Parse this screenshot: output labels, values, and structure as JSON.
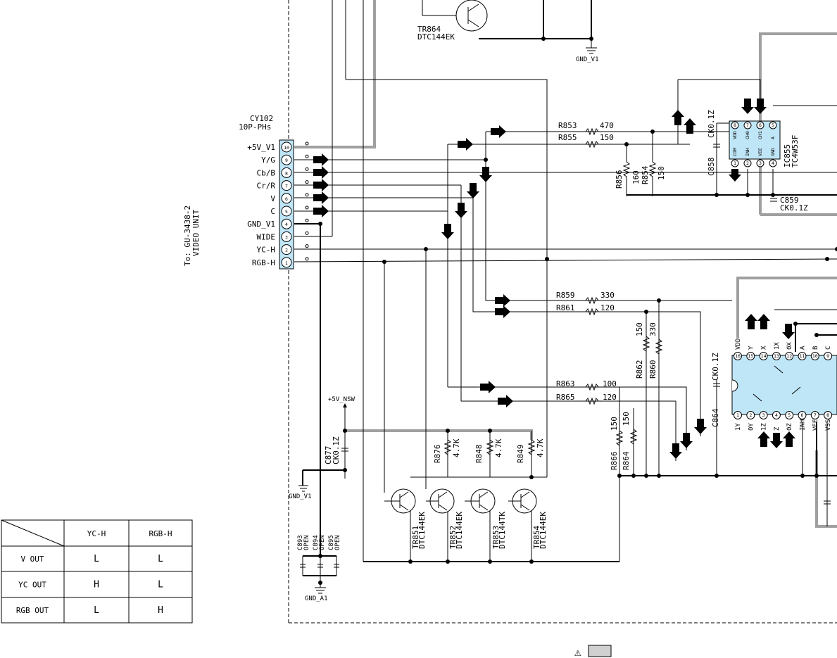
{
  "connector": {
    "name": "CY102",
    "type": "10P-PHs",
    "destination_line1": "To: GU-3438-2",
    "destination_line2": "VIDEO UNIT",
    "pins": [
      {
        "num": "10",
        "label": "+5V_V1"
      },
      {
        "num": "9",
        "label": "Y/G"
      },
      {
        "num": "8",
        "label": "Cb/B"
      },
      {
        "num": "7",
        "label": "Cr/R"
      },
      {
        "num": "6",
        "label": "V"
      },
      {
        "num": "5",
        "label": "C"
      },
      {
        "num": "4",
        "label": "GND_V1"
      },
      {
        "num": "3",
        "label": "WIDE"
      },
      {
        "num": "2",
        "label": "YC-H"
      },
      {
        "num": "1",
        "label": "RGB-H"
      }
    ]
  },
  "transistors": {
    "tr864": {
      "ref": "TR864",
      "part": "DTC144EK"
    },
    "tr851": {
      "ref": "TR851",
      "part": "DTC144EK"
    },
    "tr852": {
      "ref": "TR852",
      "part": "DTC144EK"
    },
    "tr853": {
      "ref": "TR853",
      "part": "DTC144TK"
    },
    "tr854": {
      "ref": "TR854",
      "part": "DTC144EK"
    }
  },
  "resistors": {
    "r853": {
      "ref": "R853",
      "value": "470"
    },
    "r855": {
      "ref": "R855",
      "value": "150"
    },
    "r856": {
      "ref": "R856",
      "value": "160"
    },
    "r854": {
      "ref": "R854",
      "value": "150"
    },
    "r859": {
      "ref": "R859",
      "value": "330"
    },
    "r861": {
      "ref": "R861",
      "value": "120"
    },
    "r862": {
      "ref": "R862",
      "value": "150"
    },
    "r860": {
      "ref": "R860",
      "value": "330"
    },
    "r863": {
      "ref": "R863",
      "value": "100"
    },
    "r865": {
      "ref": "R865",
      "value": "120"
    },
    "r866": {
      "ref": "R866",
      "value": "150"
    },
    "r864": {
      "ref": "R864",
      "value": "150"
    },
    "r876": {
      "ref": "R876",
      "value": "4.7K"
    },
    "r848": {
      "ref": "R848",
      "value": "4.7K"
    },
    "r849": {
      "ref": "R849",
      "value": "4.7K"
    }
  },
  "capacitors": {
    "c858": {
      "ref": "C858",
      "value": "CK0.1Z"
    },
    "c859": {
      "ref": "C859",
      "value": "CK0.1Z"
    },
    "c864": {
      "ref": "C864",
      "value": "CK0.1Z"
    },
    "c877": {
      "ref": "C877",
      "value": "CK0.1Z"
    },
    "c893": {
      "ref": "C893",
      "value": "OPEN"
    },
    "c894": {
      "ref": "C894",
      "value": "OPEN"
    },
    "c895": {
      "ref": "C895",
      "value": "OPEN"
    }
  },
  "ics": {
    "ic855": {
      "ref": "IC855",
      "part": "TC4W53F",
      "top_pins": [
        "8",
        "7",
        "6",
        "5"
      ],
      "top_names": [
        "VDD",
        "CH0",
        "CH1",
        "A"
      ],
      "bottom_pins": [
        "1",
        "2",
        "3",
        "4"
      ],
      "bottom_names": [
        "COM",
        "INH",
        "VEE",
        "GND"
      ]
    },
    "ic_mux": {
      "top_pins": [
        "16",
        "15",
        "14",
        "13",
        "12",
        "11",
        "10",
        "9"
      ],
      "top_names": [
        "VDD",
        "Y",
        "X",
        "1X",
        "0X",
        "A",
        "B",
        "C"
      ],
      "bottom_pins": [
        "1",
        "2",
        "3",
        "4",
        "5",
        "6",
        "7",
        "8"
      ],
      "bottom_names": [
        "1Y",
        "0Y",
        "1Z",
        "Z",
        "0Z",
        "INH",
        "VEE",
        "VSS"
      ]
    }
  },
  "nets": {
    "gnd_v1": "GND_V1",
    "gnd_a1": "GND_A1",
    "plus5v_nsw": "+5V_NSW"
  },
  "truth_table": {
    "col_headers": [
      "YC-H",
      "RGB-H"
    ],
    "rows": [
      {
        "label": "V OUT",
        "values": [
          "L",
          "L"
        ]
      },
      {
        "label": "YC OUT",
        "values": [
          "H",
          "L"
        ]
      },
      {
        "label": "RGB OUT",
        "values": [
          "L",
          "H"
        ]
      }
    ]
  },
  "warning_symbol": "⚠"
}
